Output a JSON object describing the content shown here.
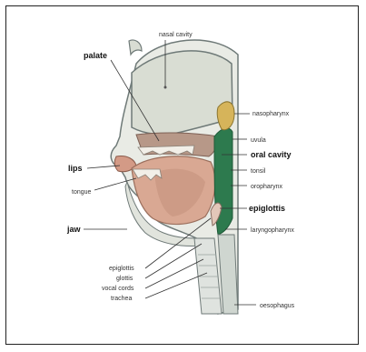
{
  "diagram": {
    "labels": {
      "nasal_cavity": "nasal cavity",
      "palate": "palate",
      "nasopharynx": "nasopharynx",
      "uvula": "uvula",
      "oral_cavity": "oral cavity",
      "tonsil": "tonsil",
      "oropharynx": "oropharynx",
      "lips": "lips",
      "tongue": "tongue",
      "epiglottis_right": "epiglottis",
      "jaw": "jaw",
      "laryngopharynx": "laryngopharynx",
      "epiglottis_lower": "epiglottis",
      "glottis": "glottis",
      "vocal_cords": "vocal cords",
      "trachea": "trachea",
      "oesophagus": "oesophagus"
    },
    "colors": {
      "nasal": "#d9ddd3",
      "outline": "#6f7a78",
      "mouth_roof": "#b79888",
      "tongue": "#d9a893",
      "tongue_dark": "#b88571",
      "pharynx": "#2d7a4e",
      "uvula": "#d6b45a",
      "throat": "#dfe3df",
      "teeth": "#f2efe8"
    }
  }
}
